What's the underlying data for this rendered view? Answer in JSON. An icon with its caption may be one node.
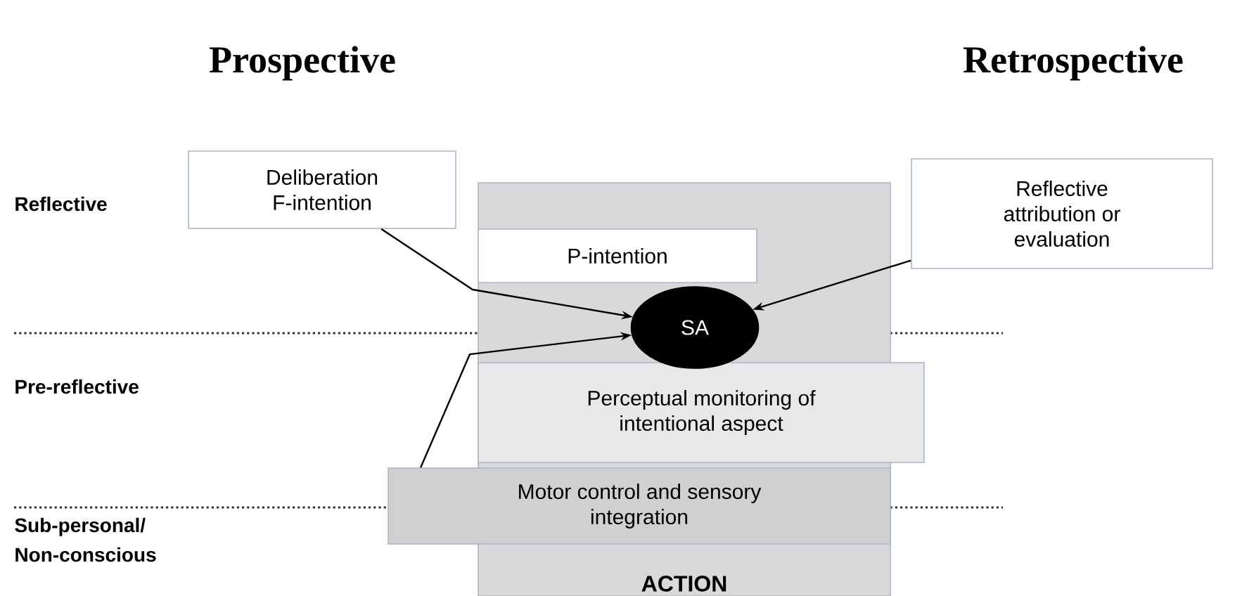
{
  "diagram": {
    "nodes": [
      {
        "text": [
          "Deliberation F-intention"
        ]
      },
      {
        "text": [
          "ACTION"
        ]
      },
      {
        "text": [
          "P-intention"
        ],
        "in": 1
      },
      {
        "text": [
          "SA"
        ],
        "in": 1
      },
      {
        "text": [
          "Reflective attribution or evaluation"
        ]
      },
      {
        "text": [
          "Perceptual monitoring of intentional aspect"
        ]
      },
      {
        "text": [
          "Motor control and sensory integration"
        ]
      }
    ],
    "edges": [
      {
        "from": 0,
        "to": 3,
        "arrow": "to"
      },
      {
        "from": 4,
        "to": 3,
        "arrow": "to"
      },
      {
        "from": 6,
        "to": 3,
        "arrow": "to"
      }
    ],
    "labels": [
      "Prospective",
      "Retrospective",
      "Reflective",
      "Pre-reflective",
      "Sub-personal/ Non-conscious"
    ]
  }
}
